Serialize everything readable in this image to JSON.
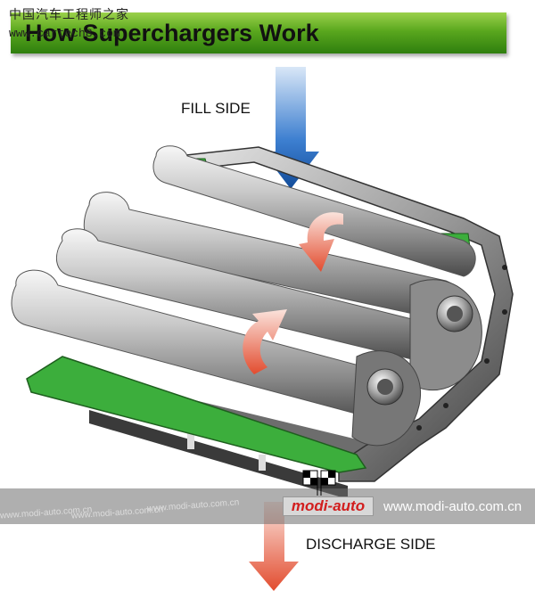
{
  "header": {
    "title": "How Superchargers Work",
    "watermark_cn": "中国汽车工程师之家",
    "watermark_url": "www.cartech8.com"
  },
  "labels": {
    "fill": "FILL SIDE",
    "discharge": "DISCHARGE SIDE"
  },
  "footer": {
    "logo": "modi-auto",
    "url": "www.modi-auto.com.cn",
    "wm_repeat": [
      "www.modi-auto.com.cn",
      "www.modi-auto.com.cn",
      "www.modi-auto.com.cn"
    ]
  },
  "colors": {
    "banner_green": "#5aa71e",
    "arrow_blue": "#1a5fb4",
    "arrow_red": "#e8563a",
    "gasket_green": "#3cae3c"
  },
  "icons": {
    "fill_arrow": "down-arrow-icon",
    "discharge_arrow": "down-arrow-icon",
    "rotation_arrows": "curved-arrow-icon"
  }
}
